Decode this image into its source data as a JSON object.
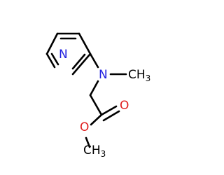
{
  "molecule": {
    "atoms": {
      "pyridine_n": {
        "symbol": "N",
        "color": "#2020e0"
      },
      "amine_n": {
        "symbol": "N",
        "color": "#2020e0"
      },
      "methyl_main": "CH",
      "methyl_sub": "3",
      "carbonyl_o": {
        "symbol": "O",
        "color": "#e02020"
      },
      "ester_o": {
        "symbol": "O",
        "color": "#e02020"
      },
      "methoxy_main": "CH",
      "methoxy_sub": "3"
    },
    "bond_color": "#000000"
  }
}
